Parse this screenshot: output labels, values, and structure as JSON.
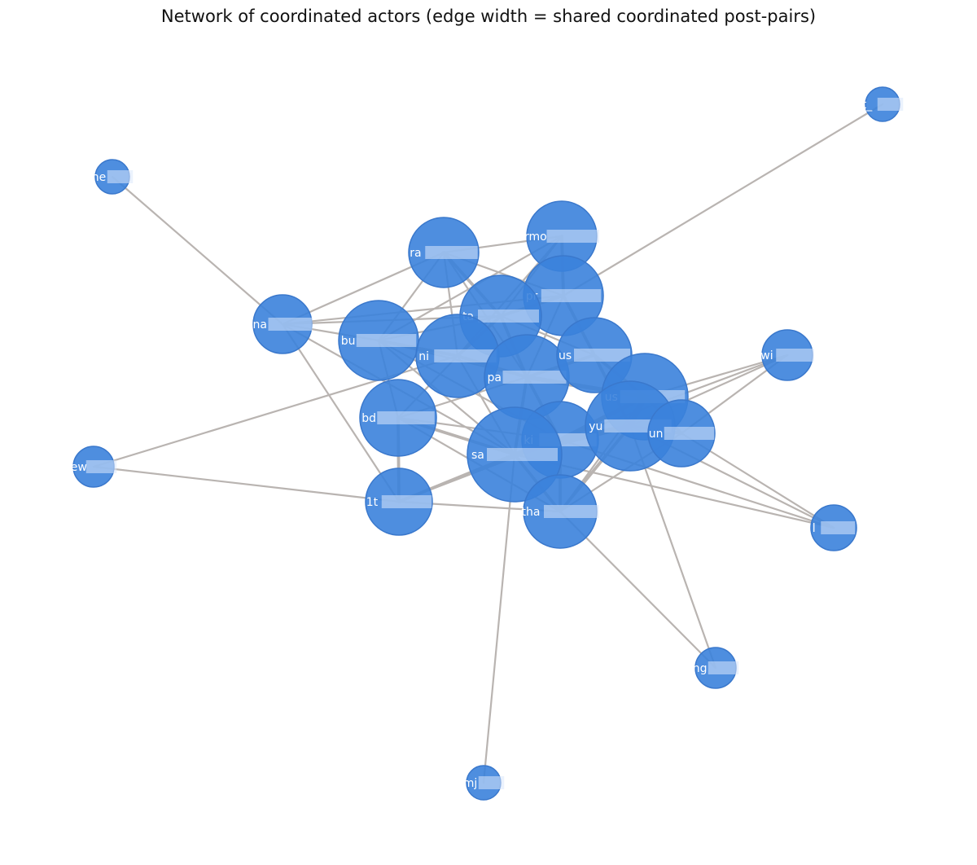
{
  "title": "Network of coordinated actors (edge width = shared coordinated post-pairs)",
  "colors": {
    "node": "#3b82dc",
    "edge": "#b9b4b1",
    "label": "#ffffff"
  },
  "nodes": [
    {
      "id": "ra",
      "label": "ra",
      "size": 43
    },
    {
      "id": "rmo",
      "label": "rmo",
      "size": 43
    },
    {
      "id": "pr",
      "label": "pr",
      "size": 49
    },
    {
      "id": "ta",
      "label": "ta",
      "size": 50
    },
    {
      "id": "na",
      "label": "na",
      "size": 36
    },
    {
      "id": "bu",
      "label": "bu",
      "size": 49
    },
    {
      "id": "ni",
      "label": "ni",
      "size": 51
    },
    {
      "id": "pa",
      "label": "pa",
      "size": 52
    },
    {
      "id": "us1",
      "label": "us",
      "size": 46
    },
    {
      "id": "us2",
      "label": "us",
      "size": 53
    },
    {
      "id": "wi",
      "label": "wi",
      "size": 31
    },
    {
      "id": "bd",
      "label": "bd",
      "size": 47
    },
    {
      "id": "ki",
      "label": "ki",
      "size": 47
    },
    {
      "id": "sa",
      "label": "sa",
      "size": 58
    },
    {
      "id": "yu",
      "label": "yu",
      "size": 55
    },
    {
      "id": "un",
      "label": "un",
      "size": 41
    },
    {
      "id": "1t",
      "label": "1t",
      "size": 41
    },
    {
      "id": "tha",
      "label": "tha",
      "size": 45
    },
    {
      "id": "ne",
      "label": "ne",
      "size": 21
    },
    {
      "id": "t_",
      "label": "t_",
      "size": 21
    },
    {
      "id": "ew",
      "label": "ew",
      "size": 25
    },
    {
      "id": "l",
      "label": "l",
      "size": 28
    },
    {
      "id": "ng",
      "label": "ng",
      "size": 25
    },
    {
      "id": "mj",
      "label": "mj",
      "size": 21
    }
  ],
  "edges": [
    {
      "source": "ne",
      "target": "na",
      "weight": 1
    },
    {
      "source": "t_",
      "target": "pr",
      "weight": 1
    },
    {
      "source": "ew",
      "target": "ni",
      "weight": 1
    },
    {
      "source": "ew",
      "target": "1t",
      "weight": 1
    },
    {
      "source": "mj",
      "target": "sa",
      "weight": 1
    },
    {
      "source": "ng",
      "target": "tha",
      "weight": 1
    },
    {
      "source": "ng",
      "target": "yu",
      "weight": 1
    },
    {
      "source": "wi",
      "target": "us2",
      "weight": 1
    },
    {
      "source": "wi",
      "target": "un",
      "weight": 1
    },
    {
      "source": "wi",
      "target": "yu",
      "weight": 1
    },
    {
      "source": "wi",
      "target": "ki",
      "weight": 1
    },
    {
      "source": "l",
      "target": "un",
      "weight": 1
    },
    {
      "source": "l",
      "target": "yu",
      "weight": 1
    },
    {
      "source": "l",
      "target": "ki",
      "weight": 1
    },
    {
      "source": "l",
      "target": "sa",
      "weight": 1
    },
    {
      "source": "na",
      "target": "ra",
      "weight": 1
    },
    {
      "source": "na",
      "target": "ta",
      "weight": 1
    },
    {
      "source": "na",
      "target": "pr",
      "weight": 1
    },
    {
      "source": "na",
      "target": "bu",
      "weight": 1
    },
    {
      "source": "na",
      "target": "1t",
      "weight": 1
    },
    {
      "source": "na",
      "target": "sa",
      "weight": 1
    },
    {
      "source": "ra",
      "target": "rmo",
      "weight": 1
    },
    {
      "source": "ra",
      "target": "ta",
      "weight": 2
    },
    {
      "source": "ra",
      "target": "pr",
      "weight": 1
    },
    {
      "source": "ra",
      "target": "bu",
      "weight": 1
    },
    {
      "source": "ra",
      "target": "ni",
      "weight": 1
    },
    {
      "source": "ra",
      "target": "pa",
      "weight": 1
    },
    {
      "source": "rmo",
      "target": "ta",
      "weight": 1
    },
    {
      "source": "rmo",
      "target": "pr",
      "weight": 2
    },
    {
      "source": "rmo",
      "target": "bu",
      "weight": 1
    },
    {
      "source": "rmo",
      "target": "ni",
      "weight": 1
    },
    {
      "source": "pr",
      "target": "ta",
      "weight": 2
    },
    {
      "source": "pr",
      "target": "us1",
      "weight": 2
    },
    {
      "source": "pr",
      "target": "pa",
      "weight": 1
    },
    {
      "source": "ta",
      "target": "bu",
      "weight": 1
    },
    {
      "source": "ta",
      "target": "ni",
      "weight": 2
    },
    {
      "source": "ta",
      "target": "pa",
      "weight": 2
    },
    {
      "source": "ta",
      "target": "us1",
      "weight": 1
    },
    {
      "source": "bu",
      "target": "ni",
      "weight": 2
    },
    {
      "source": "bu",
      "target": "pa",
      "weight": 1
    },
    {
      "source": "bu",
      "target": "bd",
      "weight": 1
    },
    {
      "source": "bu",
      "target": "sa",
      "weight": 1
    },
    {
      "source": "bu",
      "target": "ki",
      "weight": 1
    },
    {
      "source": "ni",
      "target": "pa",
      "weight": 2
    },
    {
      "source": "ni",
      "target": "bd",
      "weight": 1
    },
    {
      "source": "ni",
      "target": "sa",
      "weight": 1
    },
    {
      "source": "pa",
      "target": "us1",
      "weight": 2
    },
    {
      "source": "pa",
      "target": "us2",
      "weight": 3
    },
    {
      "source": "pa",
      "target": "ki",
      "weight": 2
    },
    {
      "source": "pa",
      "target": "sa",
      "weight": 2
    },
    {
      "source": "pa",
      "target": "bd",
      "weight": 1
    },
    {
      "source": "us1",
      "target": "us2",
      "weight": 2
    },
    {
      "source": "us1",
      "target": "yu",
      "weight": 2
    },
    {
      "source": "us2",
      "target": "yu",
      "weight": 4
    },
    {
      "source": "us2",
      "target": "un",
      "weight": 2
    },
    {
      "source": "us2",
      "target": "ki",
      "weight": 3
    },
    {
      "source": "yu",
      "target": "un",
      "weight": 2
    },
    {
      "source": "yu",
      "target": "ki",
      "weight": 3
    },
    {
      "source": "yu",
      "target": "sa",
      "weight": 3
    },
    {
      "source": "yu",
      "target": "tha",
      "weight": 2
    },
    {
      "source": "ki",
      "target": "sa",
      "weight": 3
    },
    {
      "source": "ki",
      "target": "tha",
      "weight": 2
    },
    {
      "source": "sa",
      "target": "tha",
      "weight": 2
    },
    {
      "source": "sa",
      "target": "1t",
      "weight": 2
    },
    {
      "source": "sa",
      "target": "bd",
      "weight": 2
    },
    {
      "source": "bd",
      "target": "1t",
      "weight": 2
    },
    {
      "source": "bd",
      "target": "ki",
      "weight": 1
    },
    {
      "source": "bd",
      "target": "tha",
      "weight": 1
    },
    {
      "source": "1t",
      "target": "tha",
      "weight": 1
    },
    {
      "source": "1t",
      "target": "ki",
      "weight": 1
    },
    {
      "source": "un",
      "target": "tha",
      "weight": 1
    },
    {
      "source": "us2",
      "target": "tha",
      "weight": 1
    }
  ]
}
